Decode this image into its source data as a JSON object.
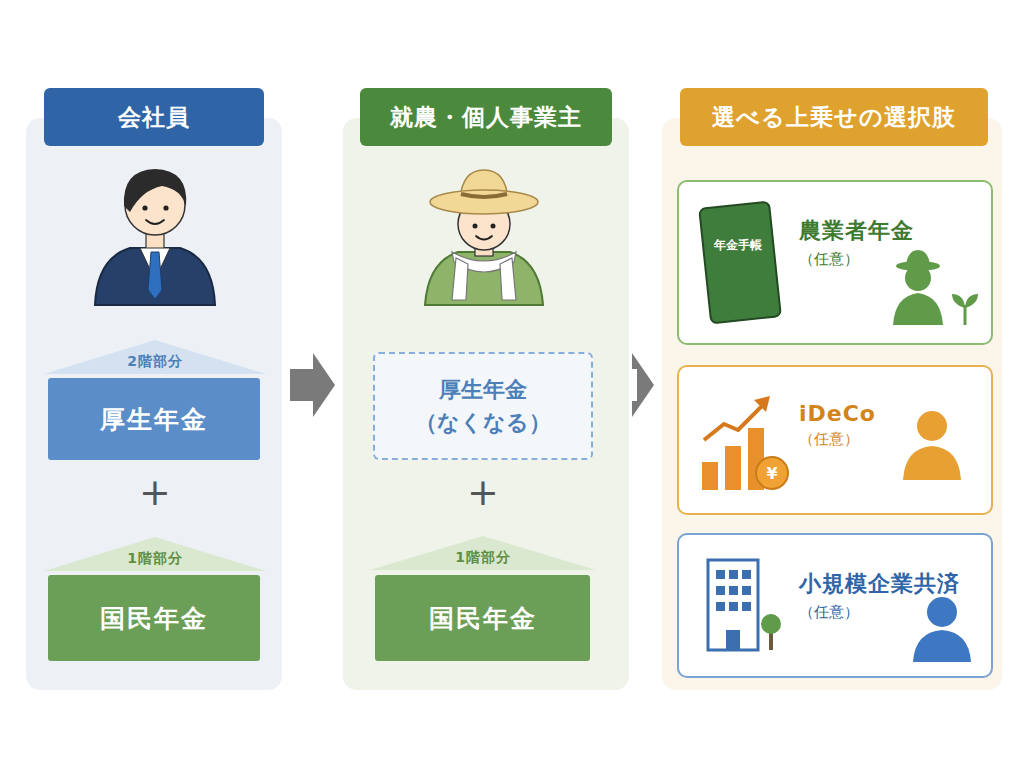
{
  "diagram": {
    "nodes": [
      {
        "text": [
          "会社員"
        ]
      },
      {
        "text": [
          "2階部分"
        ],
        "in": 0
      },
      {
        "text": [
          "厚生年金"
        ],
        "in": 0
      },
      {
        "text": [
          "1階部分"
        ],
        "in": 0
      },
      {
        "text": [
          "国民年金"
        ],
        "in": 0
      },
      {
        "text": [
          "就農・個人事業主"
        ]
      },
      {
        "text": [
          "厚生年金 （なくなる）"
        ],
        "in": 5
      },
      {
        "text": [
          "1階部分"
        ],
        "in": 5
      },
      {
        "text": [
          "国民年金"
        ],
        "in": 5
      },
      {
        "text": [
          "選べる上乗せの選択肢"
        ]
      },
      {
        "text": [
          "農業者年金",
          "（任意）"
        ],
        "in": 9
      },
      {
        "text": [
          "iDeCo",
          "（任意）"
        ],
        "in": 9
      },
      {
        "text": [
          "小規模企業共済",
          "（任意）"
        ],
        "in": 9
      }
    ],
    "edges": [
      {
        "from": 0,
        "to": 5,
        "arrow": "to"
      },
      {
        "from": 5,
        "to": 9,
        "arrow": "to"
      }
    ],
    "labels": [
      "+",
      "+",
      "年金手帳",
      "¥"
    ]
  }
}
